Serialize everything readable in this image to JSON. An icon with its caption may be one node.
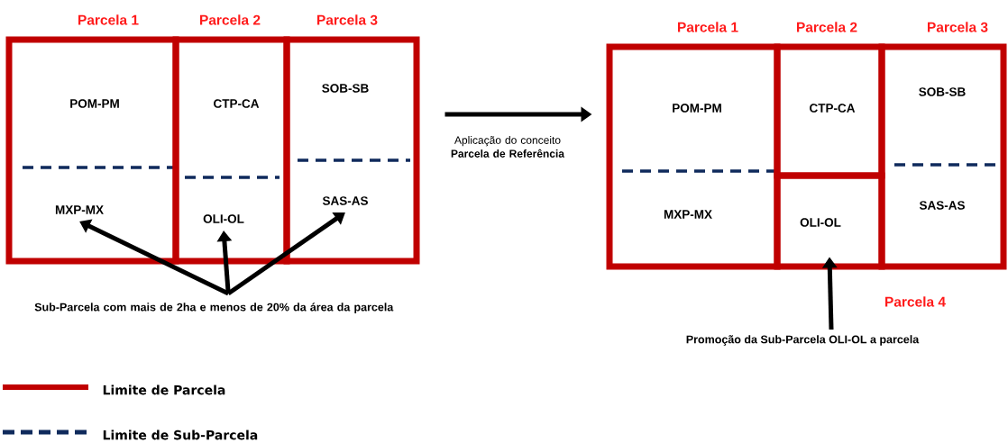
{
  "diagram": {
    "nodes": [
      {
        "text": [
          "Parcela 1"
        ]
      },
      {
        "text": [
          "POM-PM"
        ],
        "in": 0
      },
      {
        "text": [
          "MXP-MX"
        ],
        "in": 0
      },
      {
        "text": [
          "Parcela 2"
        ]
      },
      {
        "text": [
          "CTP-CA"
        ],
        "in": 3
      },
      {
        "text": [
          "OLI-OL"
        ],
        "in": 3
      },
      {
        "text": [
          "Parcela 3"
        ]
      },
      {
        "text": [
          "SOB-SB"
        ],
        "in": 6
      },
      {
        "text": [
          "SAS-AS"
        ],
        "in": 6
      },
      {
        "text": [
          "Sub-Parcela com mais de 2ha e menos de 20% da área da parcela"
        ]
      },
      {
        "text": [
          "Parcela 1"
        ]
      },
      {
        "text": [
          "POM-PM"
        ],
        "in": 10
      },
      {
        "text": [
          "MXP-MX"
        ],
        "in": 10
      },
      {
        "text": [
          "Parcela 2",
          "CTP-CA"
        ]
      },
      {
        "text": [
          "OLI-OL"
        ],
        "beside": [
          "Parcela 4"
        ]
      },
      {
        "text": [
          "Parcela 3"
        ]
      },
      {
        "text": [
          "SOB-SB"
        ],
        "in": 15
      },
      {
        "text": [
          "SAS-AS"
        ],
        "in": 15
      },
      {
        "text": [
          "Promoção da Sub-Parcela OLI-OL a parcela"
        ]
      }
    ],
    "edges": [
      {
        "from": 9,
        "to": 2,
        "arrow": "to"
      },
      {
        "from": 9,
        "to": 5,
        "arrow": "to"
      },
      {
        "from": 9,
        "to": 8,
        "arrow": "to"
      },
      {
        "from": 6,
        "to": 10,
        "arrow": "to",
        "label": "Aplicação do conceito **Parcela de Referência**"
      },
      {
        "from": 18,
        "to": 14,
        "arrow": "to"
      }
    ],
    "legend": [
      {
        "text": "Limite de Parcela"
      },
      {
        "text": "Limite de Sub-Parcela"
      }
    ]
  }
}
